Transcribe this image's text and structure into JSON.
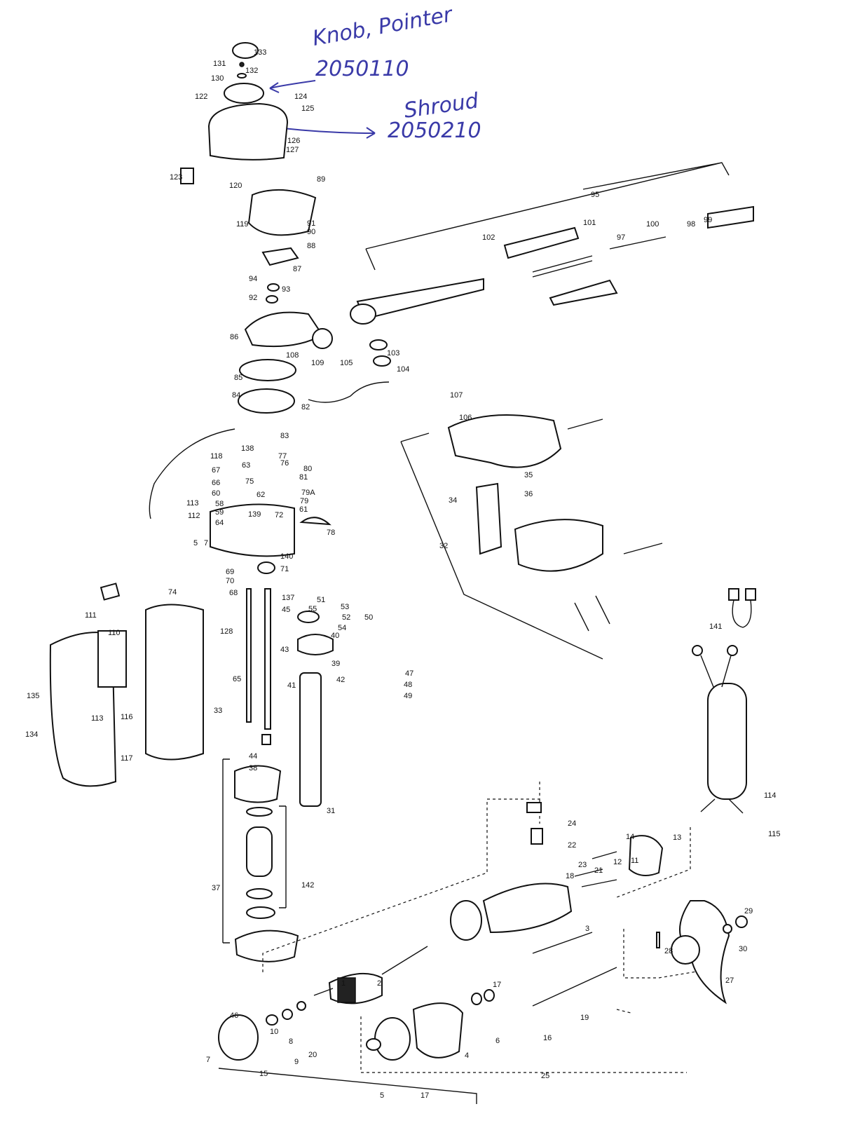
{
  "annotations": [
    {
      "name": "Knob, Pointer",
      "number": "2050110"
    },
    {
      "name": "Shroud",
      "number": "2050210"
    }
  ],
  "colors": {
    "ink": "#3a3aa8",
    "line": "#111111",
    "paper": "#ffffff"
  },
  "labels": [
    "133",
    "131",
    "132",
    "130",
    "122",
    "124",
    "125",
    "126",
    "127",
    "123",
    "120",
    "89",
    "119",
    "91",
    "90",
    "88",
    "87",
    "94",
    "93",
    "92",
    "86",
    "108",
    "109",
    "105",
    "85",
    "84",
    "82",
    "83",
    "138",
    "77",
    "76",
    "80",
    "81",
    "79A",
    "79",
    "61",
    "118",
    "67",
    "63",
    "75",
    "66",
    "60",
    "62",
    "58",
    "59",
    "113",
    "112",
    "139",
    "72",
    "64",
    "78",
    "5",
    "7",
    "140",
    "71",
    "69",
    "70",
    "68",
    "137",
    "45",
    "128",
    "74",
    "111",
    "110",
    "33",
    "43",
    "65",
    "40",
    "39",
    "42",
    "41",
    "51",
    "53",
    "55",
    "52",
    "54",
    "50",
    "47",
    "48",
    "49",
    "135",
    "134",
    "113",
    "116",
    "117",
    "44",
    "38",
    "31",
    "37",
    "142",
    "46",
    "8",
    "10",
    "9",
    "20",
    "7",
    "15",
    "1",
    "2",
    "5",
    "17",
    "4",
    "25",
    "6",
    "16",
    "19",
    "17",
    "3",
    "23",
    "22",
    "24",
    "18",
    "21",
    "12",
    "11",
    "14",
    "13",
    "28",
    "27",
    "29",
    "30",
    "95",
    "102",
    "101",
    "97",
    "100",
    "98",
    "99",
    "103",
    "104",
    "107",
    "106",
    "34",
    "35",
    "36",
    "32",
    "141",
    "114",
    "115"
  ]
}
